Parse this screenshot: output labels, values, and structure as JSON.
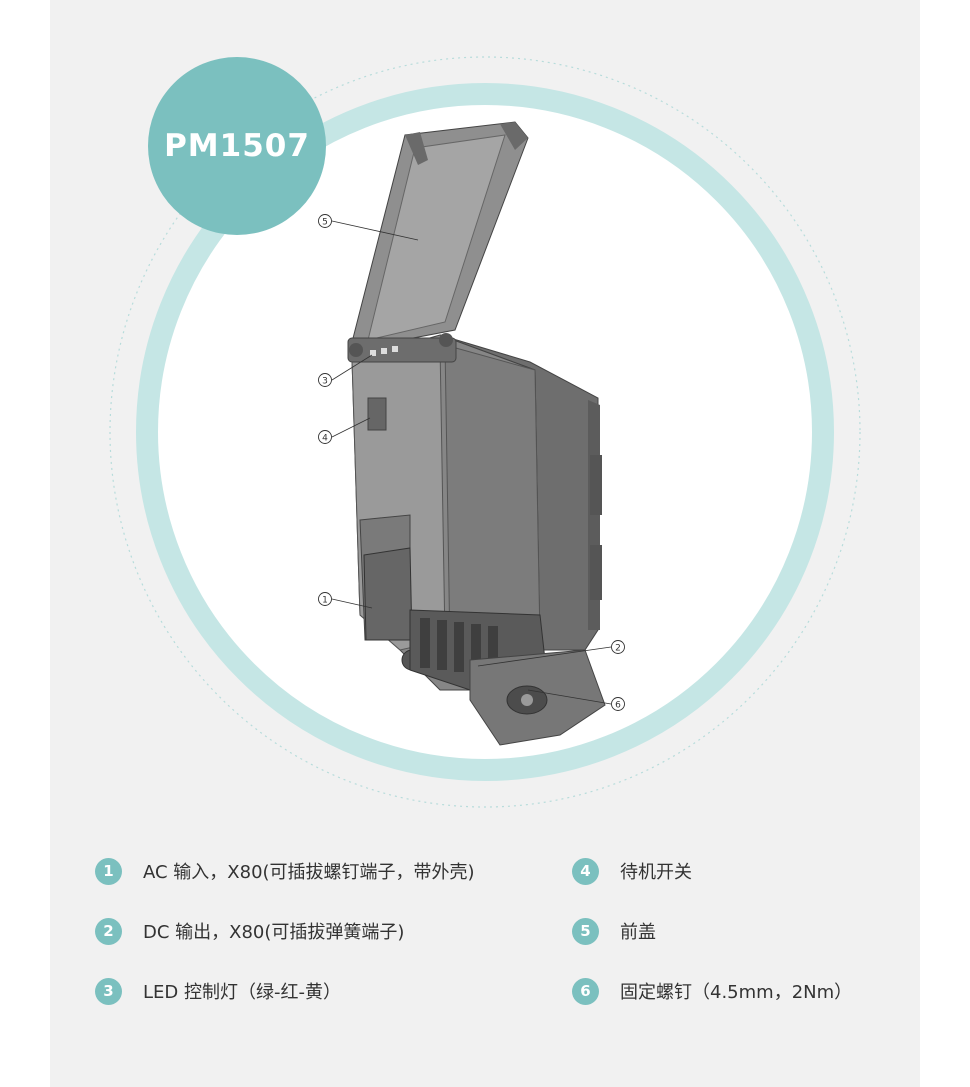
{
  "title": "PM1507",
  "colors": {
    "accent": "#7bc0bf",
    "ring": "#c5e6e5",
    "panel": "#f1f1f1",
    "text": "#333333"
  },
  "callouts": [
    "1",
    "2",
    "3",
    "4",
    "5",
    "6"
  ],
  "legend": [
    {
      "num": "1",
      "text": "AC 输入，X80(可插拔螺钉端子，带外壳)"
    },
    {
      "num": "4",
      "text": "待机开关"
    },
    {
      "num": "2",
      "text": "DC 输出，X80(可插拔弹簧端子)"
    },
    {
      "num": "5",
      "text": "前盖"
    },
    {
      "num": "3",
      "text": "LED 控制灯（绿-红-黄）"
    },
    {
      "num": "6",
      "text": "固定螺钉（4.5mm，2Nm）"
    }
  ]
}
